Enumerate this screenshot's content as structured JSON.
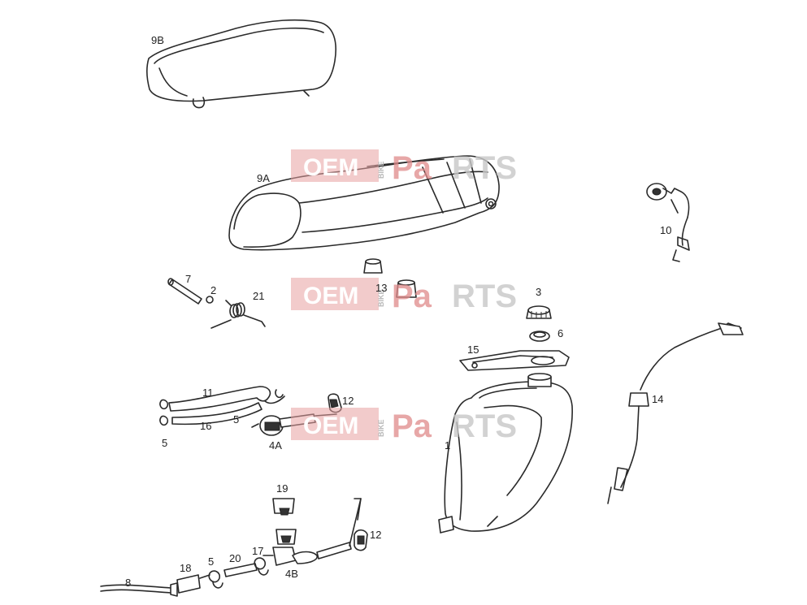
{
  "diagram": {
    "labels": [
      {
        "id": "lbl-9b",
        "text": "9B"
      },
      {
        "id": "lbl-9a",
        "text": "9A"
      },
      {
        "id": "lbl-10",
        "text": "10"
      },
      {
        "id": "lbl-7",
        "text": "7"
      },
      {
        "id": "lbl-2",
        "text": "2"
      },
      {
        "id": "lbl-21",
        "text": "21"
      },
      {
        "id": "lbl-13",
        "text": "13"
      },
      {
        "id": "lbl-3",
        "text": "3"
      },
      {
        "id": "lbl-6",
        "text": "6"
      },
      {
        "id": "lbl-15",
        "text": "15"
      },
      {
        "id": "lbl-14",
        "text": "14"
      },
      {
        "id": "lbl-11",
        "text": "11"
      },
      {
        "id": "lbl-12a",
        "text": "12"
      },
      {
        "id": "lbl-5a",
        "text": "5"
      },
      {
        "id": "lbl-16",
        "text": "16"
      },
      {
        "id": "lbl-5b",
        "text": "5"
      },
      {
        "id": "lbl-4a",
        "text": "4A"
      },
      {
        "id": "lbl-1",
        "text": "1"
      },
      {
        "id": "lbl-19",
        "text": "19"
      },
      {
        "id": "lbl-12b",
        "text": "12"
      },
      {
        "id": "lbl-8",
        "text": "8"
      },
      {
        "id": "lbl-18",
        "text": "18"
      },
      {
        "id": "lbl-5c",
        "text": "5"
      },
      {
        "id": "lbl-20",
        "text": "20"
      },
      {
        "id": "lbl-17",
        "text": "17"
      },
      {
        "id": "lbl-4b",
        "text": "4B"
      }
    ],
    "watermark": {
      "oem": "OEM",
      "bike": "BIKE",
      "pa": "Pa",
      "rts": "RTS"
    }
  }
}
